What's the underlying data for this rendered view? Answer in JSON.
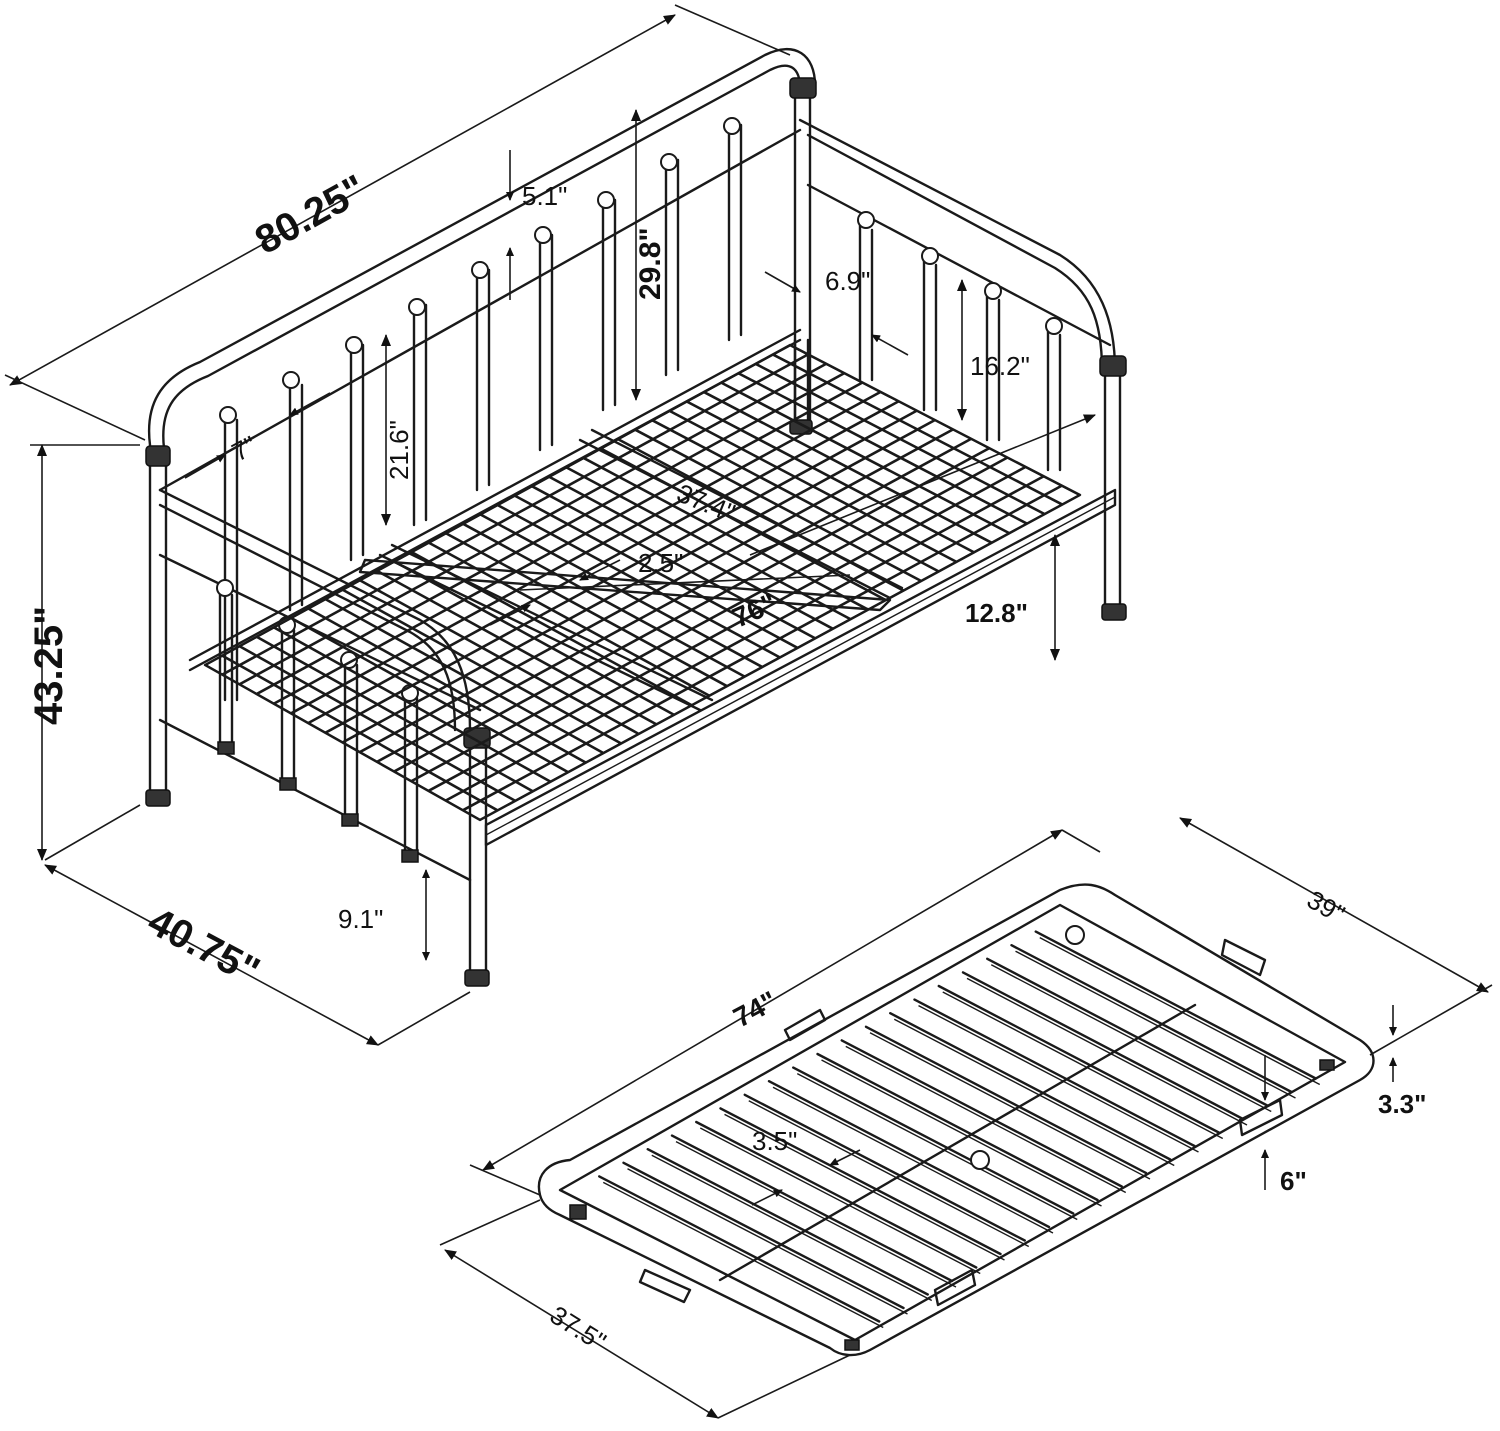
{
  "daybed": {
    "overall_length": "80.25\"",
    "overall_height": "43.25\"",
    "overall_depth": "40.75\"",
    "back_spindle_gap": "5.1\"",
    "back_height": "29.8\"",
    "arm_spindle_gap": "7\"",
    "arm_height": "21.6\"",
    "side_spindle_gap": "6.9\"",
    "side_height": "16.2\"",
    "inner_width": "37.4\"",
    "slat_gap": "2.5\"",
    "inner_length": "76\"",
    "rail_height": "12.8\"",
    "ground_clearance": "9.1\""
  },
  "trundle": {
    "length": "74\"",
    "width": "39\"",
    "frame_depth": "3.3\"",
    "leg_height": "6\"",
    "slat_gap": "3.5\"",
    "inner_width": "37.5\""
  }
}
